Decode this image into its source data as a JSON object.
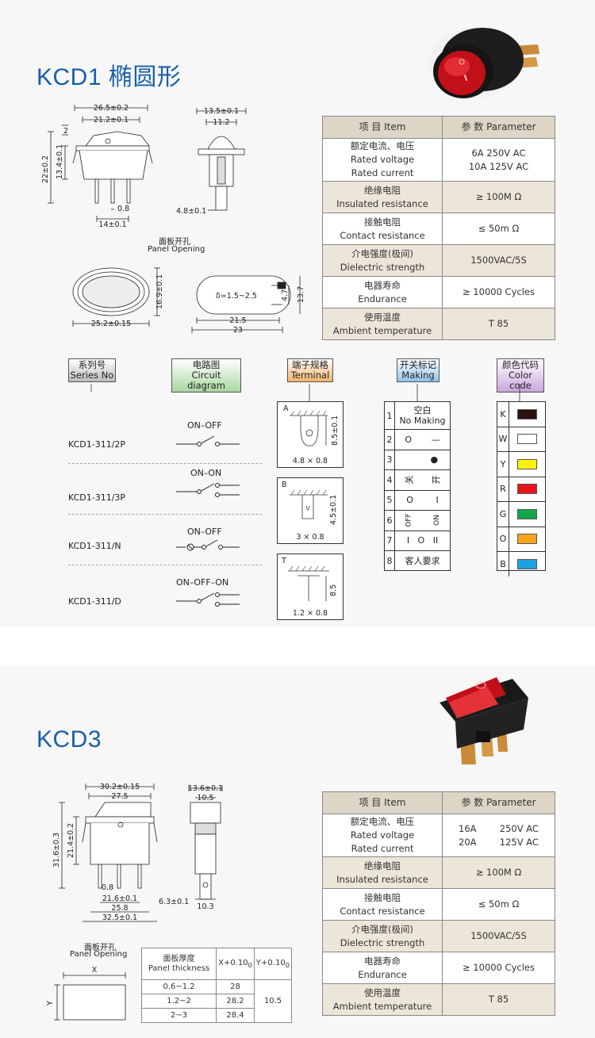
{
  "kcd1": {
    "title": "KCD1 椭圆形",
    "dims": {
      "w_outer": "26.5±0.2",
      "w_inner": "21.2±0.1",
      "two": "2",
      "h_total": "22±0.2",
      "h_body": "13.4±0.1",
      "pin_w": "0.8",
      "pin_pitch": "14±0.1",
      "side_w": "13.5±0.1",
      "side_inner": "11.2",
      "side_pin": "4.8±0.1",
      "oval_w": "25.2±0.15",
      "oval_h": "16.9±0.1",
      "panel_w1": "21.5",
      "panel_w2": "23",
      "panel_h1": "4.7",
      "panel_h2": "13.7",
      "delta": "δ=1.5~2.5"
    },
    "panel_opening_cn": "面板开孔",
    "panel_opening_en": "Panel Opening",
    "spec": {
      "head_item": "项 目   Item",
      "head_param": "参 数   Parameter",
      "rows": [
        {
          "cn": "额定电流、电压",
          "en1": "Rated voltage",
          "en2": "Rated current",
          "v1": "6A   250V AC",
          "v2": "10A  125V AC"
        },
        {
          "cn": "绝缘电阻",
          "en1": "Insulated resistance",
          "v1": "≥ 100M Ω"
        },
        {
          "cn": "接触电阻",
          "en1": "Contact resistance",
          "v1": "≤ 50m Ω"
        },
        {
          "cn": "介电强度(极间)",
          "en1": "Dielectric strength",
          "v1": "1500VAC/5S"
        },
        {
          "cn": "电器寿命",
          "en1": "Endurance",
          "v1": "≥ 10000 Cycles"
        },
        {
          "cn": "使用温度",
          "en1": "Ambient temperature",
          "v1": "T 85"
        }
      ]
    },
    "tags": {
      "series_cn": "系列号",
      "series_en": "Series No",
      "circuit_cn": "电路图",
      "circuit_en": "Circuit diagram",
      "terminal_cn": "端子规格",
      "terminal_en": "Terminal",
      "making_cn": "开关标记",
      "making_en": "Making",
      "color_cn": "颜色代码",
      "color_en": "Color code"
    },
    "series": [
      {
        "model": "KCD1-311/2P",
        "circuit": "ON–OFF"
      },
      {
        "model": "KCD1-311/3P",
        "circuit": "ON–ON"
      },
      {
        "model": "KCD1-311/N",
        "circuit": "ON–OFF"
      },
      {
        "model": "KCD1-311/D",
        "circuit": "ON–OFF–ON"
      }
    ],
    "terminals": [
      {
        "letter": "A",
        "dim_v": "8.5±0.1",
        "size": "4.8 × 0.8"
      },
      {
        "letter": "B",
        "dim_v": "4.5±0.1",
        "size": "3 × 0.8"
      },
      {
        "letter": "T",
        "dim_v": "8.5",
        "size": "1.2 × 0.8"
      }
    ],
    "making": [
      {
        "n": "1",
        "a": "空白",
        "b": "No Making"
      },
      {
        "n": "2",
        "a": "O",
        "b": "—"
      },
      {
        "n": "3",
        "a": "",
        "b": "●"
      },
      {
        "n": "4",
        "a": "关",
        "b": "开"
      },
      {
        "n": "5",
        "a": "O",
        "b": "I"
      },
      {
        "n": "6",
        "a": "OFF",
        "b": "ON"
      },
      {
        "n": "7",
        "a": "I   O   II",
        "b": ""
      },
      {
        "n": "8",
        "a": "客人要求",
        "b": ""
      }
    ],
    "colors": [
      {
        "code": "K",
        "hex": "#2b1410"
      },
      {
        "code": "W",
        "hex": "#ffffff"
      },
      {
        "code": "Y",
        "hex": "#fff200"
      },
      {
        "code": "R",
        "hex": "#e8141b"
      },
      {
        "code": "G",
        "hex": "#12a84a"
      },
      {
        "code": "O",
        "hex": "#f7a51c"
      },
      {
        "code": "B",
        "hex": "#1ea1e0"
      }
    ]
  },
  "kcd3": {
    "title": "KCD3",
    "dims": {
      "w_outer": "30.2±0.15",
      "w_inner": "27.5",
      "h_total": "31.6±0.3",
      "h_body": "21.4±0.2",
      "pin_w": "0.8",
      "pin_pitch": "21.6±0.1",
      "base_w": "25.8",
      "base_total": "32.5±0.1",
      "side_w": "13.6±0.1",
      "side_inner": "10.5",
      "side_pin": "6.3±0.1",
      "side_base": "10.3"
    },
    "panel_opening_cn": "面板开孔",
    "panel_opening_en": "Panel Opening",
    "panel_x": "X",
    "panel_y": "Y",
    "thick": {
      "head_cn": "面板厚度",
      "head_en": "Panel thickness",
      "head_x": "X+0.10",
      "head_x_sub": "0",
      "head_y": "Y+0.10",
      "head_y_sub": "0",
      "rows": [
        {
          "t": "0.6~1.2",
          "x": "28"
        },
        {
          "t": "1.2~2",
          "x": "28.2"
        },
        {
          "t": "2~3",
          "x": "28.4"
        }
      ],
      "y": "10.5"
    },
    "spec": {
      "head_item": "项 目   Item",
      "head_param": "参 数   Parameter",
      "rows": [
        {
          "cn": "额定电流、电压",
          "en1": "Rated voltage",
          "en2": "Rated current",
          "v1": "16A        250V AC",
          "v2": "20A        125V AC"
        },
        {
          "cn": "绝缘电阻",
          "en1": "Insulated resistance",
          "v1": "≥ 100M Ω"
        },
        {
          "cn": "接触电阻",
          "en1": "Contact resistance",
          "v1": "≤ 50m Ω"
        },
        {
          "cn": "介电强度(极间)",
          "en1": "Dielectric strength",
          "v1": "1500VAC/5S"
        },
        {
          "cn": "电器寿命",
          "en1": "Endurance",
          "v1": "≥ 10000 Cycles"
        },
        {
          "cn": "使用温度",
          "en1": "Ambient temperature",
          "v1": "T 85"
        }
      ]
    }
  }
}
